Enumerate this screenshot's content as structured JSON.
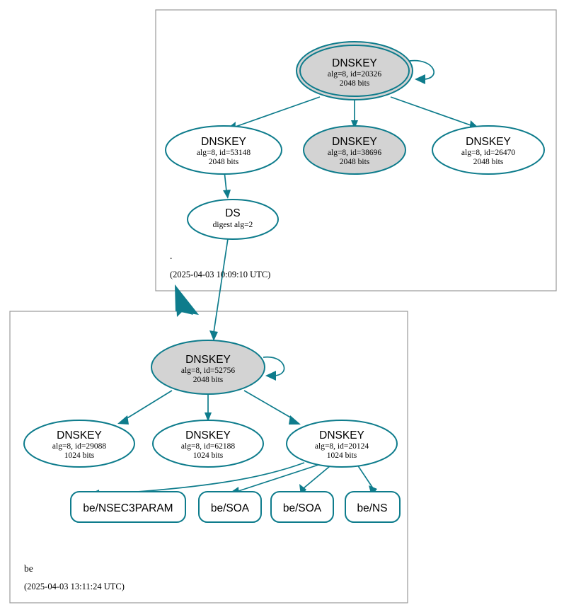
{
  "diagram": {
    "type": "dnssec-authentication-chain",
    "colors": {
      "accent": "#0e7c8c",
      "node_fill_secure": "#d3d3d3",
      "node_fill_plain": "#ffffff",
      "zone_border": "#9a9a9a",
      "background": "#ffffff"
    }
  },
  "zones": [
    {
      "id": "root",
      "name": ".",
      "timestamp": "(2025-04-03 10:09:10 UTC)",
      "nodes": [
        {
          "id": "root-ksk-20326",
          "kind": "dnskey",
          "title": "DNSKEY",
          "line2": "alg=8, id=20326",
          "line3": "2048 bits",
          "fill": "grey",
          "double_border": true,
          "self_signed": true
        },
        {
          "id": "root-zsk-53148",
          "kind": "dnskey",
          "title": "DNSKEY",
          "line2": "alg=8, id=53148",
          "line3": "2048 bits",
          "fill": "white",
          "double_border": false,
          "self_signed": false
        },
        {
          "id": "root-zsk-38696",
          "kind": "dnskey",
          "title": "DNSKEY",
          "line2": "alg=8, id=38696",
          "line3": "2048 bits",
          "fill": "grey",
          "double_border": false,
          "self_signed": false
        },
        {
          "id": "root-zsk-26470",
          "kind": "dnskey",
          "title": "DNSKEY",
          "line2": "alg=8, id=26470",
          "line3": "2048 bits",
          "fill": "white",
          "double_border": false,
          "self_signed": false
        },
        {
          "id": "root-ds",
          "kind": "ds",
          "title": "DS",
          "line2": "digest alg=2",
          "line3": "",
          "fill": "white",
          "double_border": false,
          "self_signed": false
        }
      ]
    },
    {
      "id": "be",
      "name": "be",
      "timestamp": "(2025-04-03 13:11:24 UTC)",
      "nodes": [
        {
          "id": "be-ksk-52756",
          "kind": "dnskey",
          "title": "DNSKEY",
          "line2": "alg=8, id=52756",
          "line3": "2048 bits",
          "fill": "grey",
          "double_border": false,
          "self_signed": true
        },
        {
          "id": "be-zsk-29088",
          "kind": "dnskey",
          "title": "DNSKEY",
          "line2": "alg=8, id=29088",
          "line3": "1024 bits",
          "fill": "white",
          "double_border": false,
          "self_signed": false
        },
        {
          "id": "be-zsk-62188",
          "kind": "dnskey",
          "title": "DNSKEY",
          "line2": "alg=8, id=62188",
          "line3": "1024 bits",
          "fill": "white",
          "double_border": false,
          "self_signed": false
        },
        {
          "id": "be-zsk-20124",
          "kind": "dnskey",
          "title": "DNSKEY",
          "line2": "alg=8, id=20124",
          "line3": "1024 bits",
          "fill": "white",
          "double_border": false,
          "self_signed": false
        }
      ],
      "rrsets": [
        {
          "id": "rrset-nsec3param",
          "label": "be/NSEC3PARAM"
        },
        {
          "id": "rrset-soa-1",
          "label": "be/SOA"
        },
        {
          "id": "rrset-soa-2",
          "label": "be/SOA"
        },
        {
          "id": "rrset-ns",
          "label": "be/NS"
        }
      ]
    }
  ]
}
